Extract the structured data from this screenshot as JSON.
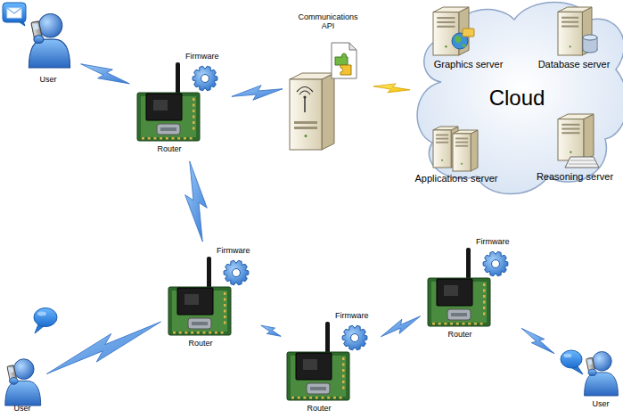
{
  "diagram": {
    "nodes": [
      {
        "text": [
          "User"
        ]
      },
      {
        "text": [
          "Firmware",
          "Router"
        ]
      },
      {
        "text": [
          "Communications API"
        ]
      },
      {
        "text": [
          "Cloud"
        ]
      },
      {
        "text": [
          "Graphics server"
        ],
        "in": 3
      },
      {
        "text": [
          "Database server"
        ],
        "in": 3
      },
      {
        "text": [
          "Applications server"
        ],
        "in": 3
      },
      {
        "text": [
          "Reasoning server"
        ],
        "in": 3
      },
      {
        "text": [
          "Firmware",
          "Router"
        ]
      },
      {
        "text": [
          "User"
        ]
      },
      {
        "text": [
          "Firmware",
          "Router"
        ]
      },
      {
        "text": [
          "Firmware",
          "Router"
        ]
      },
      {
        "text": [
          "User"
        ]
      }
    ],
    "edges": [
      {
        "from": 0,
        "to": 1,
        "arrow": "none"
      },
      {
        "from": 1,
        "to": 2,
        "arrow": "none"
      },
      {
        "from": 2,
        "to": 3,
        "arrow": "none"
      },
      {
        "from": 1,
        "to": 8,
        "arrow": "none"
      },
      {
        "from": 8,
        "to": 9,
        "arrow": "none"
      },
      {
        "from": 8,
        "to": 10,
        "arrow": "none"
      },
      {
        "from": 10,
        "to": 11,
        "arrow": "none"
      },
      {
        "from": 11,
        "to": 12,
        "arrow": "none"
      }
    ]
  }
}
